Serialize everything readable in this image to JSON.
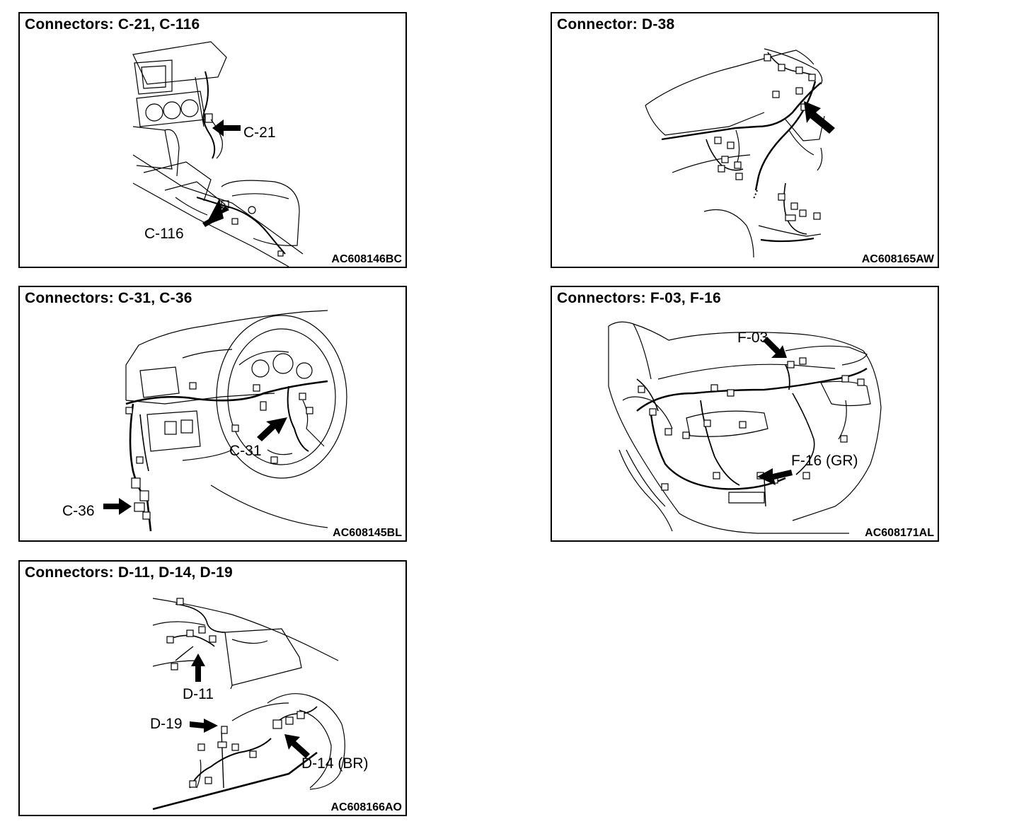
{
  "panels": [
    {
      "title": "Connectors: C-21, C-116",
      "code": "AC608146BC",
      "labels": [
        "C-21",
        "C-116"
      ]
    },
    {
      "title": "Connector: D-38",
      "code": "AC608165AW",
      "labels": []
    },
    {
      "title": "Connectors: C-31, C-36",
      "code": "AC608145BL",
      "labels": [
        "C-31",
        "C-36"
      ]
    },
    {
      "title": "Connectors: F-03, F-16",
      "code": "AC608171AL",
      "labels": [
        "F-03",
        "F-16 (GR)"
      ]
    },
    {
      "title": "Connectors: D-11, D-14, D-19",
      "code": "AC608166AO",
      "labels": [
        "D-11",
        "D-19",
        "D-14 (BR)"
      ]
    }
  ]
}
